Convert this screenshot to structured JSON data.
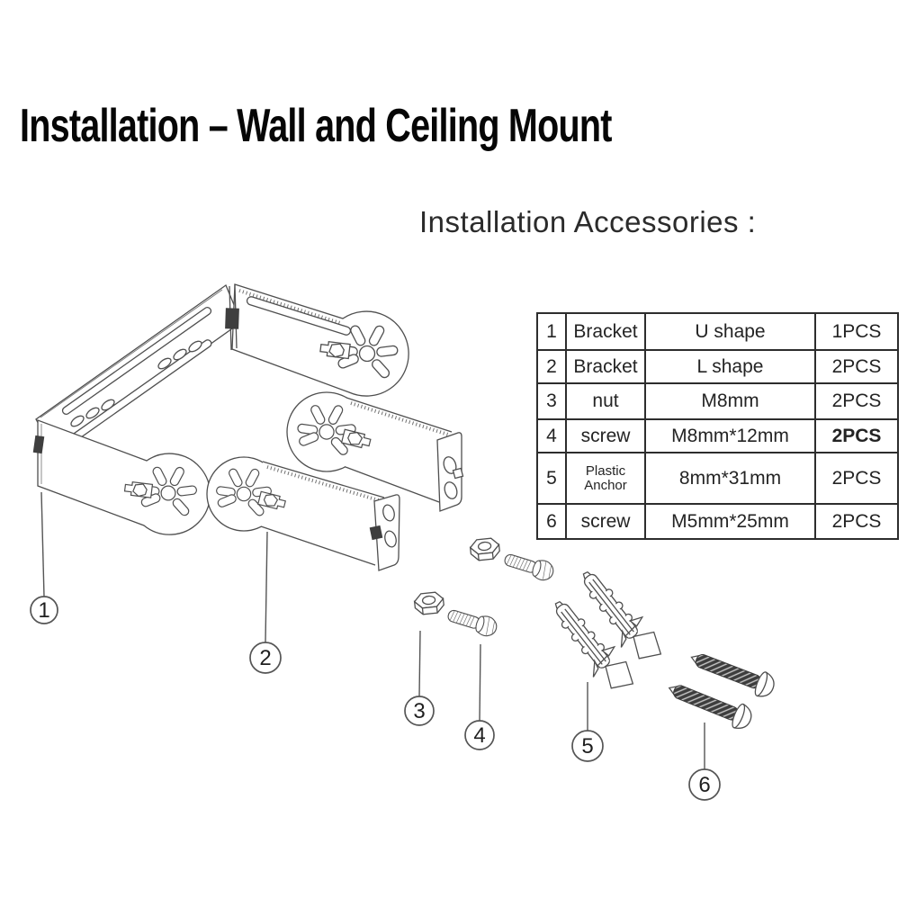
{
  "page": {
    "title": "Installation – Wall and Ceiling Mount"
  },
  "accessories": {
    "heading": "Installation Accessories :",
    "table": {
      "rows": [
        {
          "no": "1",
          "name": "Bracket",
          "spec": "U shape",
          "qty": "1PCS"
        },
        {
          "no": "2",
          "name": "Bracket",
          "spec": "L shape",
          "qty": "2PCS"
        },
        {
          "no": "3",
          "name": "nut",
          "spec": "M8mm",
          "qty": "2PCS"
        },
        {
          "no": "4",
          "name": "screw",
          "spec": "M8mm*12mm",
          "qty": "2PCS"
        },
        {
          "no": "5",
          "name_line1": "Plastic",
          "name_line2": "Anchor",
          "spec": "8mm*31mm",
          "qty": "2PCS"
        },
        {
          "no": "6",
          "name": "screw",
          "spec": "M5mm*25mm",
          "qty": "2PCS"
        }
      ]
    }
  },
  "diagram": {
    "callouts": [
      {
        "label": "1",
        "points_to": "U shape bracket"
      },
      {
        "label": "2",
        "points_to": "L shape bracket"
      },
      {
        "label": "3",
        "points_to": "nut"
      },
      {
        "label": "4",
        "points_to": "screw M8mm*12mm"
      },
      {
        "label": "5",
        "points_to": "plastic anchor"
      },
      {
        "label": "6",
        "points_to": "screw M5mm*25mm"
      }
    ]
  },
  "colors": {
    "background": "#ffffff",
    "line": "#4f4f4f",
    "text": "#1c1c1c",
    "table_border": "#2d2d2d"
  }
}
